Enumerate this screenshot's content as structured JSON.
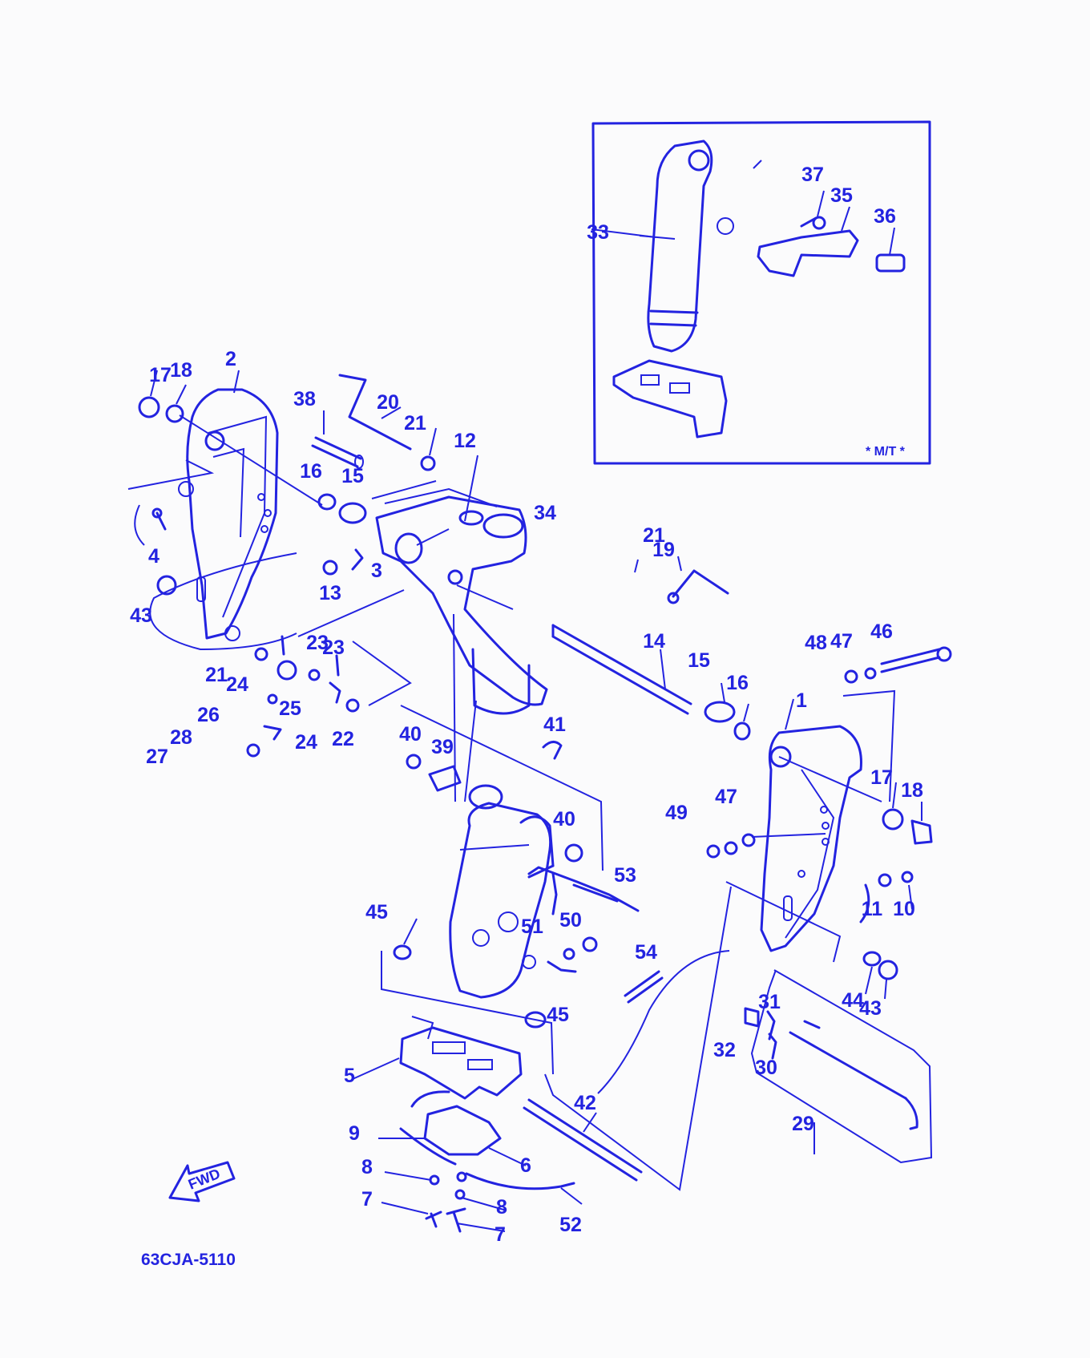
{
  "diagram": {
    "part_code": "63CJA-5110",
    "inset_tag": "* M/T *",
    "direction_label": "FWD",
    "ink_color": "#2323e0",
    "background_color": "#fbfbfc",
    "callouts": [
      "1",
      "2",
      "3",
      "4",
      "5",
      "6",
      "7",
      "7",
      "8",
      "8",
      "9",
      "10",
      "11",
      "12",
      "13",
      "14",
      "15",
      "15",
      "16",
      "16",
      "17",
      "17",
      "18",
      "18",
      "19",
      "20",
      "21",
      "21",
      "21",
      "22",
      "23",
      "23",
      "24",
      "24",
      "25",
      "26",
      "27",
      "28",
      "29",
      "30",
      "31",
      "32",
      "33",
      "34",
      "35",
      "36",
      "37",
      "38",
      "39",
      "40",
      "40",
      "41",
      "42",
      "43",
      "43",
      "44",
      "45",
      "45",
      "46",
      "47",
      "47",
      "48",
      "49",
      "50",
      "51",
      "52",
      "53",
      "54"
    ]
  }
}
